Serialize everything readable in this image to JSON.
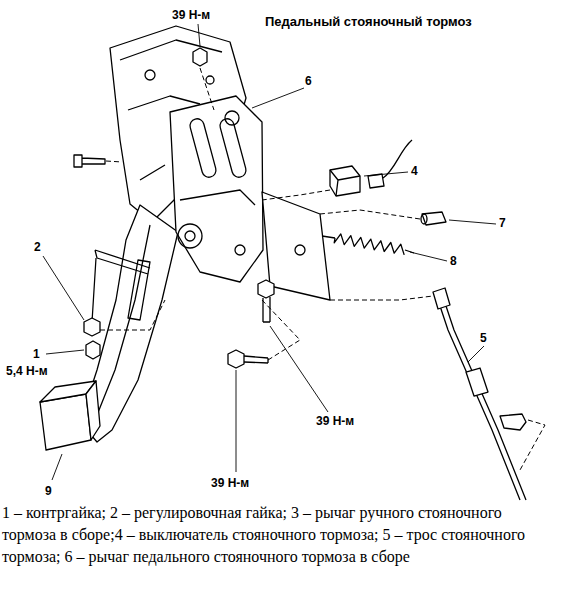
{
  "diagram": {
    "title": "Педальный стояночный тормоз",
    "caption": "1 – контргайка; 2 – регулировочная гайка; 3 – рычаг ручного стояночного тормоза в сборе;4 – выключатель стояночного тормоза; 5 – трос стояночного тормоза; 6 – рычаг педального стояночного тормоза в сборе",
    "labels": [
      "39 Н-м",
      "6",
      "4",
      "7",
      "2",
      "8",
      "1",
      "5,4 Н-м",
      "5",
      "39 Н-м",
      "39 Н-м",
      "9"
    ]
  }
}
